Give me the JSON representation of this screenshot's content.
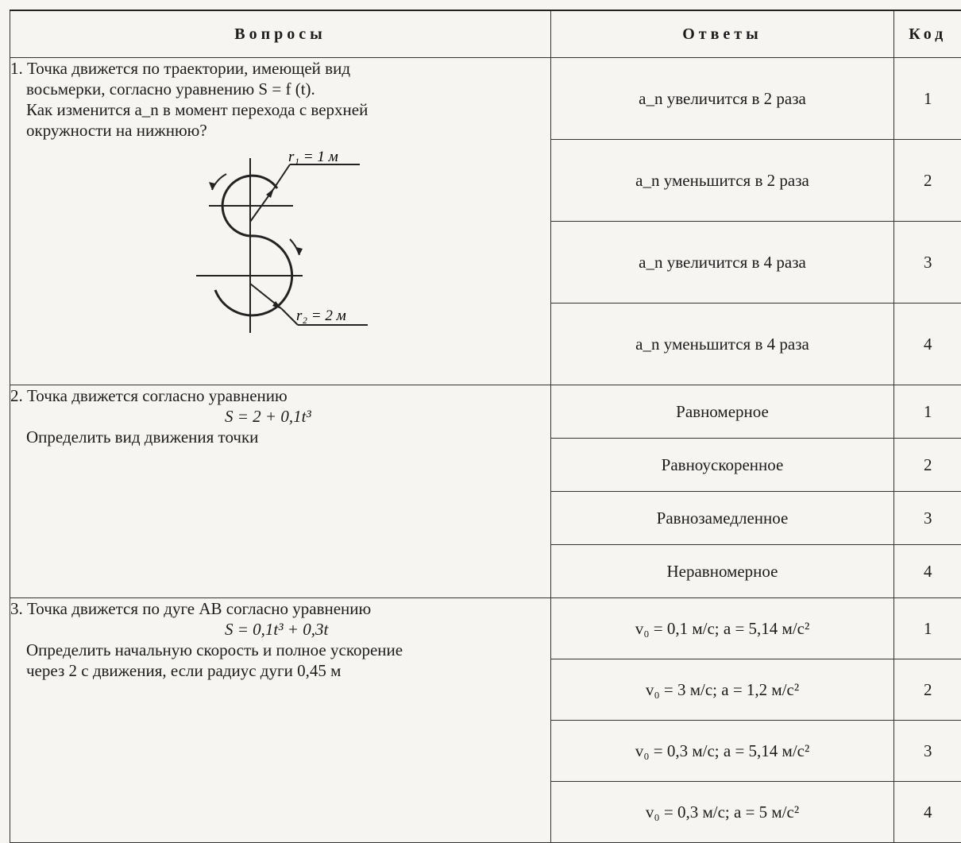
{
  "header": {
    "questions": "Вопросы",
    "answers": "Ответы",
    "code": "Код"
  },
  "q1": {
    "lines": [
      "1. Точка движется по траектории, имеющей вид",
      "восьмерки, согласно уравнению S = f (t).",
      "Как изменится a_n в момент перехода с верхней",
      "окружности на нижнюю?"
    ],
    "figure": {
      "r1_label": "r₁ = 1 м",
      "r2_label": "r₂ = 2 м"
    },
    "answers": [
      {
        "text": "a_n увеличится в 2 раза",
        "code": "1"
      },
      {
        "text": "a_n уменьшится в 2 раза",
        "code": "2"
      },
      {
        "text": "a_n увеличится в 4 раза",
        "code": "3"
      },
      {
        "text": "a_n уменьшится в 4 раза",
        "code": "4"
      }
    ]
  },
  "q2": {
    "line1": "2. Точка движется согласно уравнению",
    "formula": "S = 2 + 0,1t³",
    "line2": "Определить вид движения точки",
    "answers": [
      {
        "text": "Равномерное",
        "code": "1"
      },
      {
        "text": "Равноускоренное",
        "code": "2"
      },
      {
        "text": "Равнозамедленное",
        "code": "3"
      },
      {
        "text": "Неравномерное",
        "code": "4"
      }
    ]
  },
  "q3": {
    "line1": "3. Точка движется по дуге AB согласно уравнению",
    "formula": "S = 0,1t³ + 0,3t",
    "line2": "Определить начальную скорость и полное ускорение",
    "line3": "через 2 с движения, если радиус дуги 0,45 м",
    "answers": [
      {
        "text": "v₀ = 0,1 м/с; a = 5,14 м/с²",
        "code": "1"
      },
      {
        "text": "v₀ = 3 м/с; a = 1,2 м/с²",
        "code": "2"
      },
      {
        "text": "v₀ = 0,3 м/с; a = 5,14 м/с²",
        "code": "3"
      },
      {
        "text": "v₀ = 0,3 м/с; a = 5 м/с²",
        "code": "4"
      }
    ]
  }
}
